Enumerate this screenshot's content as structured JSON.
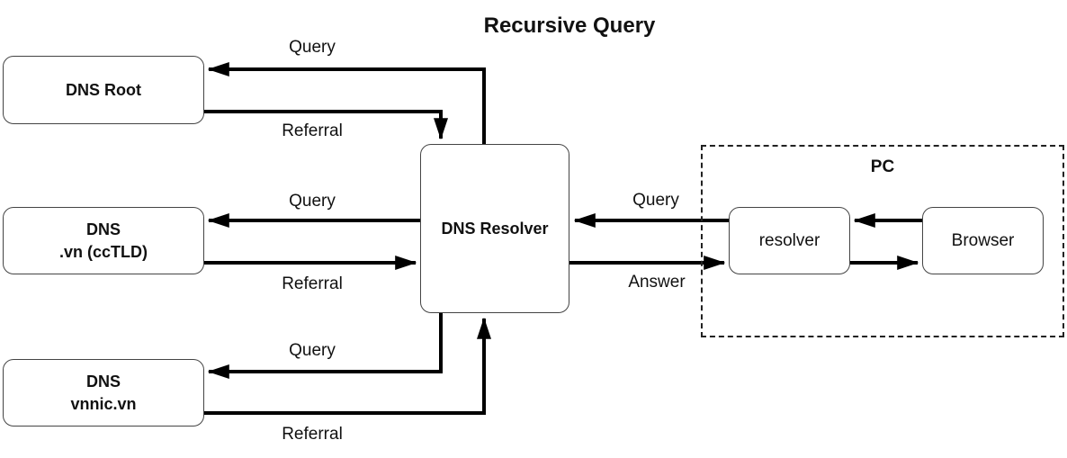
{
  "title": "Recursive Query",
  "colors": {
    "background": "#ffffff",
    "line": "#000000",
    "box_border": "#444444",
    "text": "#111111"
  },
  "nodes": {
    "dns_root": {
      "label": "DNS Root"
    },
    "dns_cctld": {
      "label_line1": "DNS",
      "label_line2": ".vn (ccTLD)"
    },
    "dns_vnnic": {
      "label_line1": "DNS",
      "label_line2": "vnnic.vn"
    },
    "dns_resolver": {
      "label": "DNS Resolver"
    },
    "pc_group": {
      "label": "PC"
    },
    "resolver": {
      "label": "resolver"
    },
    "browser": {
      "label": "Browser"
    }
  },
  "edge_labels": {
    "root_query": "Query",
    "root_referral": "Referral",
    "cctld_query": "Query",
    "cctld_referral": "Referral",
    "vnnic_query": "Query",
    "vnnic_referral": "Referral",
    "resolver_query": "Query",
    "resolver_answer": "Answer"
  }
}
